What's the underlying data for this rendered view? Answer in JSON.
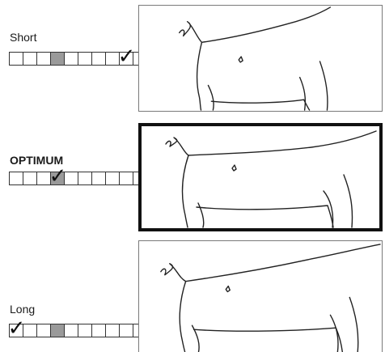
{
  "figure": {
    "rows": [
      {
        "label": "Short",
        "emphasis": false,
        "shaded_cell": 4,
        "checked_cell": 9
      },
      {
        "label": "OPTIMUM",
        "emphasis": true,
        "shaded_cell": 4,
        "checked_cell": 4
      },
      {
        "label": "Long",
        "emphasis": false,
        "shaded_cell": 4,
        "checked_cell": 1
      }
    ],
    "cells_per_scale": 10,
    "check_glyph": "✓",
    "colors": {
      "line": "#333333",
      "shaded_cell": "#9a9a9a",
      "frame_thin": "#7a7a7a",
      "frame_thick": "#111111"
    }
  }
}
